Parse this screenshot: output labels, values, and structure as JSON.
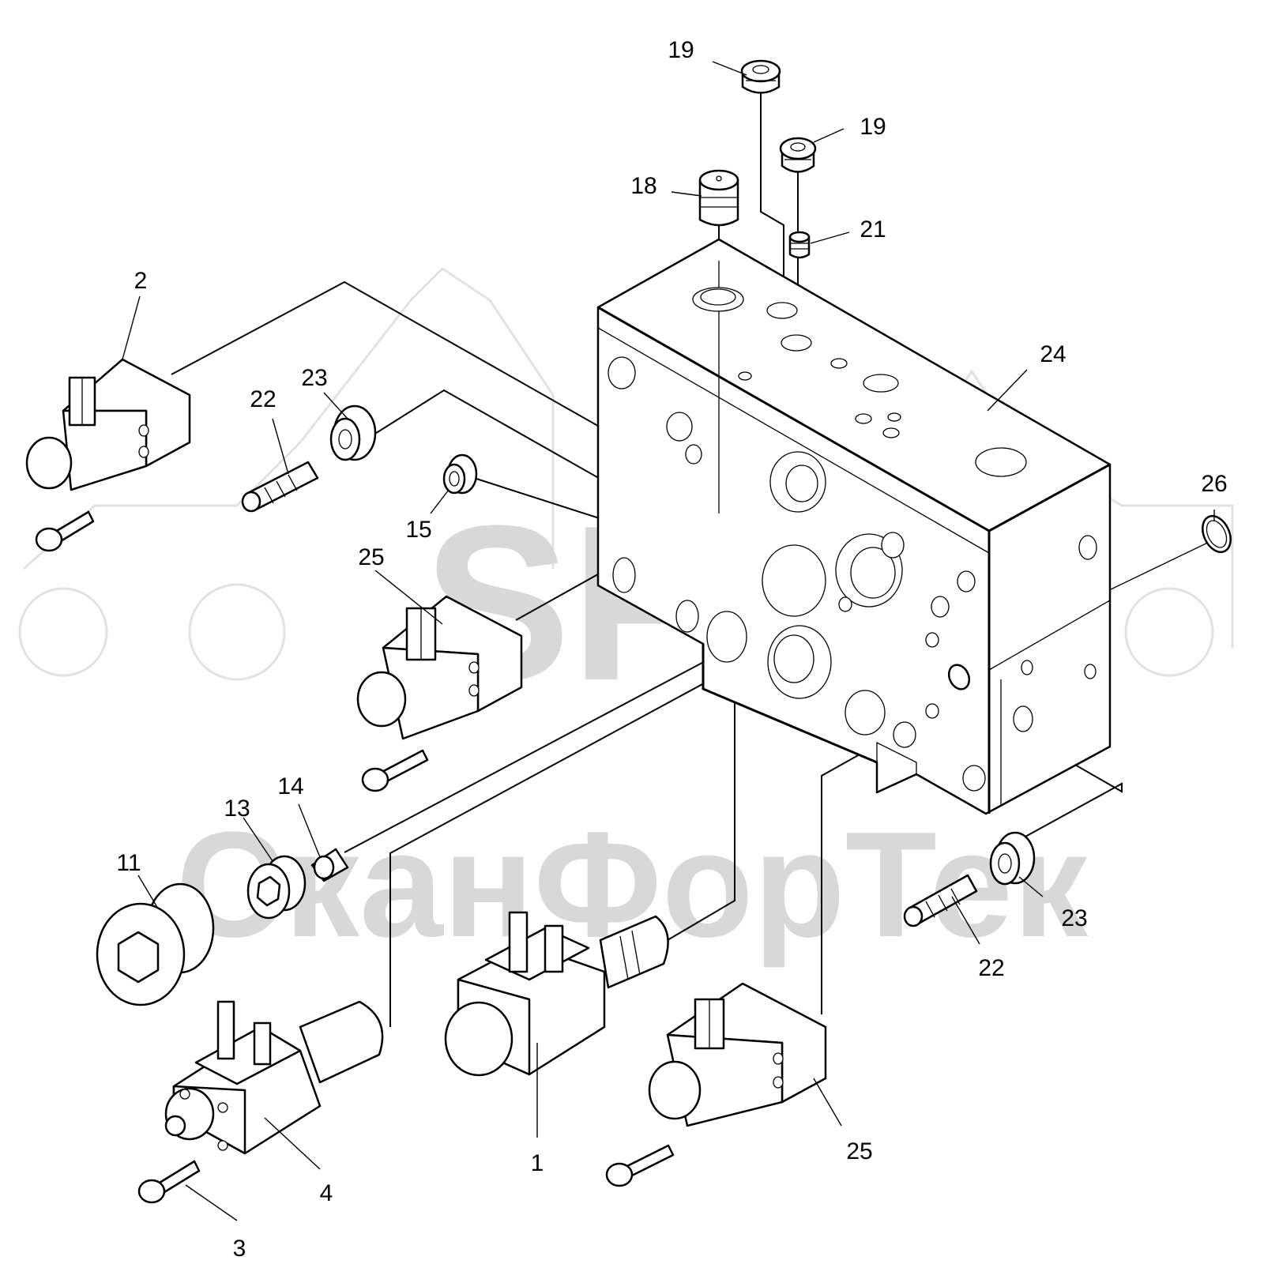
{
  "watermark": {
    "brand": "SFT",
    "company": "СканФорТек"
  },
  "callouts": [
    {
      "id": "c19a",
      "label": "19"
    },
    {
      "id": "c19b",
      "label": "19"
    },
    {
      "id": "c18",
      "label": "18"
    },
    {
      "id": "c21",
      "label": "21"
    },
    {
      "id": "c2",
      "label": "2"
    },
    {
      "id": "c24",
      "label": "24"
    },
    {
      "id": "c23a",
      "label": "23"
    },
    {
      "id": "c22a",
      "label": "22"
    },
    {
      "id": "c15",
      "label": "15"
    },
    {
      "id": "c26",
      "label": "26"
    },
    {
      "id": "c25a",
      "label": "25"
    },
    {
      "id": "c14",
      "label": "14"
    },
    {
      "id": "c13",
      "label": "13"
    },
    {
      "id": "c11",
      "label": "11"
    },
    {
      "id": "c23b",
      "label": "23"
    },
    {
      "id": "c22b",
      "label": "22"
    },
    {
      "id": "c1",
      "label": "1"
    },
    {
      "id": "c25b",
      "label": "25"
    },
    {
      "id": "c4",
      "label": "4"
    },
    {
      "id": "c3",
      "label": "3"
    }
  ]
}
